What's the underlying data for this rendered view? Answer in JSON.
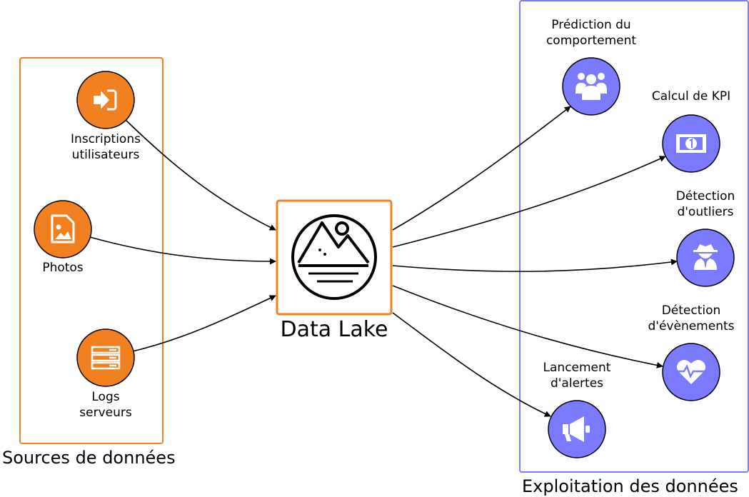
{
  "colors": {
    "source_accent": "#f08020",
    "output_accent": "#7b7bff",
    "edge": "#000000",
    "icon_fill": "#ffffff"
  },
  "sources": {
    "title": "Sources de données",
    "items": [
      {
        "label": "Inscriptions\nutilisateurs",
        "icon": "sign-in-icon"
      },
      {
        "label": "Photos",
        "icon": "image-file-icon"
      },
      {
        "label": "Logs\nserveurs",
        "icon": "server-icon"
      }
    ]
  },
  "hub": {
    "label": "Data Lake",
    "icon": "lake-mountain-icon"
  },
  "outputs": {
    "title": "Exploitation des données",
    "items": [
      {
        "label": "Prédiction du\ncomportement",
        "icon": "users-group-icon"
      },
      {
        "label": "Calcul de KPI",
        "icon": "banknote-icon"
      },
      {
        "label": "Détection\nd'outliers",
        "icon": "user-secret-icon"
      },
      {
        "label": "Détection\nd'évènements",
        "icon": "heartbeat-icon"
      },
      {
        "label": "Lancement\nd'alertes",
        "icon": "megaphone-icon"
      }
    ]
  }
}
